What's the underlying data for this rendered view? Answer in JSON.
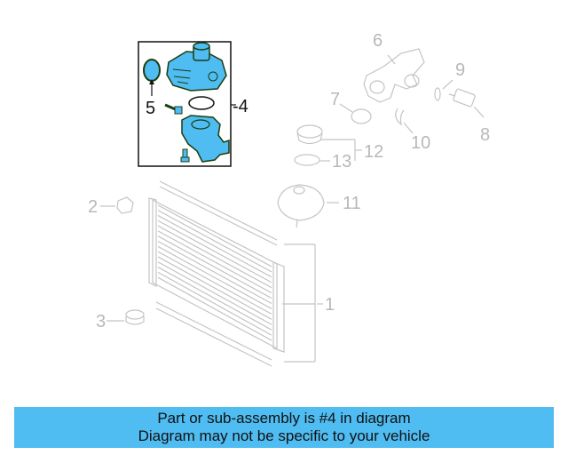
{
  "diagram": {
    "highlighted_part": "4",
    "colors": {
      "highlight_fill": "#4fbcf2",
      "highlight_outline": "#1a3d10",
      "dimmed": "#c4c4c4",
      "banner": "#4fbcf2"
    },
    "callouts": [
      {
        "id": "1",
        "label": "1",
        "part": "radiator"
      },
      {
        "id": "2",
        "label": "2",
        "part": "mount-bracket"
      },
      {
        "id": "3",
        "label": "3",
        "part": "rubber-grommet"
      },
      {
        "id": "4",
        "label": "-4",
        "part": "thermostat-housing-assembly"
      },
      {
        "id": "5",
        "label": "5",
        "part": "o-ring-seal"
      },
      {
        "id": "6",
        "label": "6",
        "part": "coolant-flange"
      },
      {
        "id": "7",
        "label": "7",
        "part": "o-ring"
      },
      {
        "id": "8",
        "label": "8",
        "part": "temperature-sensor"
      },
      {
        "id": "9",
        "label": "9",
        "part": "o-ring-small"
      },
      {
        "id": "10",
        "label": "10",
        "part": "retaining-clip"
      },
      {
        "id": "11",
        "label": "11",
        "part": "expansion-tank"
      },
      {
        "id": "12",
        "label": "12",
        "part": "reservoir-cap"
      },
      {
        "id": "13",
        "label": "13",
        "part": "cap-seal"
      }
    ]
  },
  "banner": {
    "line1": "Part or sub-assembly is #4 in diagram",
    "line2": "Diagram may not be specific to your vehicle"
  }
}
